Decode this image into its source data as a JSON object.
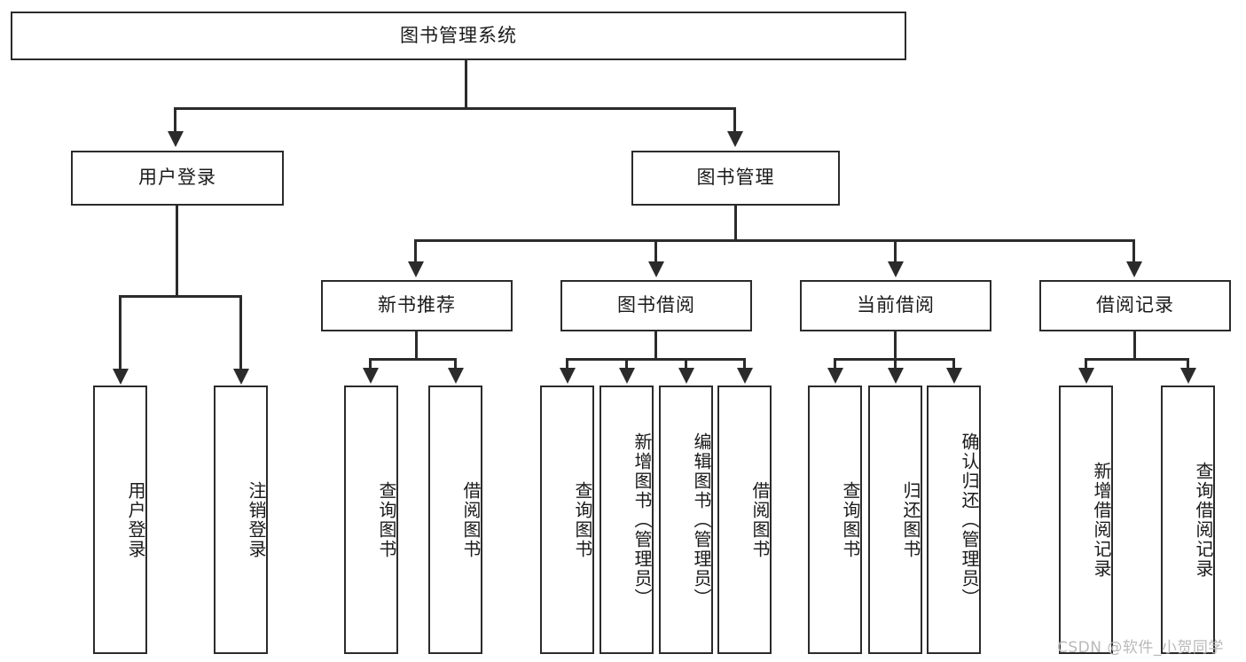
{
  "diagram": {
    "title": "图书管理系统",
    "type": "tree-hierarchy-diagram",
    "root": {
      "label": "图书管理系统"
    },
    "level1": [
      {
        "id": "user-login",
        "label": "用户登录"
      },
      {
        "id": "book-management",
        "label": "图书管理"
      }
    ],
    "level2": [
      {
        "id": "new-book-recommend",
        "label": "新书推荐",
        "parent": "book-management"
      },
      {
        "id": "book-borrow",
        "label": "图书借阅",
        "parent": "book-management"
      },
      {
        "id": "current-borrow",
        "label": "当前借阅",
        "parent": "book-management"
      },
      {
        "id": "borrow-record",
        "label": "借阅记录",
        "parent": "book-management"
      }
    ],
    "leaves": [
      {
        "id": "leaf-user-login",
        "label": "用户登录",
        "parent": "user-login"
      },
      {
        "id": "leaf-logout-login",
        "label": "注销登录",
        "parent": "user-login"
      },
      {
        "id": "leaf-query-book-1",
        "label": "查询图书",
        "parent": "new-book-recommend"
      },
      {
        "id": "leaf-borrow-book-1",
        "label": "借阅图书",
        "parent": "new-book-recommend"
      },
      {
        "id": "leaf-query-book-2",
        "label": "查询图书",
        "parent": "book-borrow"
      },
      {
        "id": "leaf-add-book",
        "label": "新增图书（管理员）",
        "parent": "book-borrow"
      },
      {
        "id": "leaf-edit-book",
        "label": "编辑图书（管理员）",
        "parent": "book-borrow"
      },
      {
        "id": "leaf-borrow-book-2",
        "label": "借阅图书",
        "parent": "book-borrow"
      },
      {
        "id": "leaf-query-book-3",
        "label": "查询图书",
        "parent": "current-borrow"
      },
      {
        "id": "leaf-return-book",
        "label": "归还图书",
        "parent": "current-borrow"
      },
      {
        "id": "leaf-confirm-return",
        "label": "确认归还（管理员）",
        "parent": "current-borrow"
      },
      {
        "id": "leaf-add-record",
        "label": "新增借阅记录",
        "parent": "borrow-record"
      },
      {
        "id": "leaf-query-record",
        "label": "查询借阅记录",
        "parent": "borrow-record"
      }
    ]
  },
  "watermark": {
    "text": "CSDN @软件_小贺同学"
  },
  "colors": {
    "stroke": "#2b2b2b",
    "background": "#ffffff",
    "text": "#1a1a1a",
    "watermark": "#b9b9b9"
  }
}
